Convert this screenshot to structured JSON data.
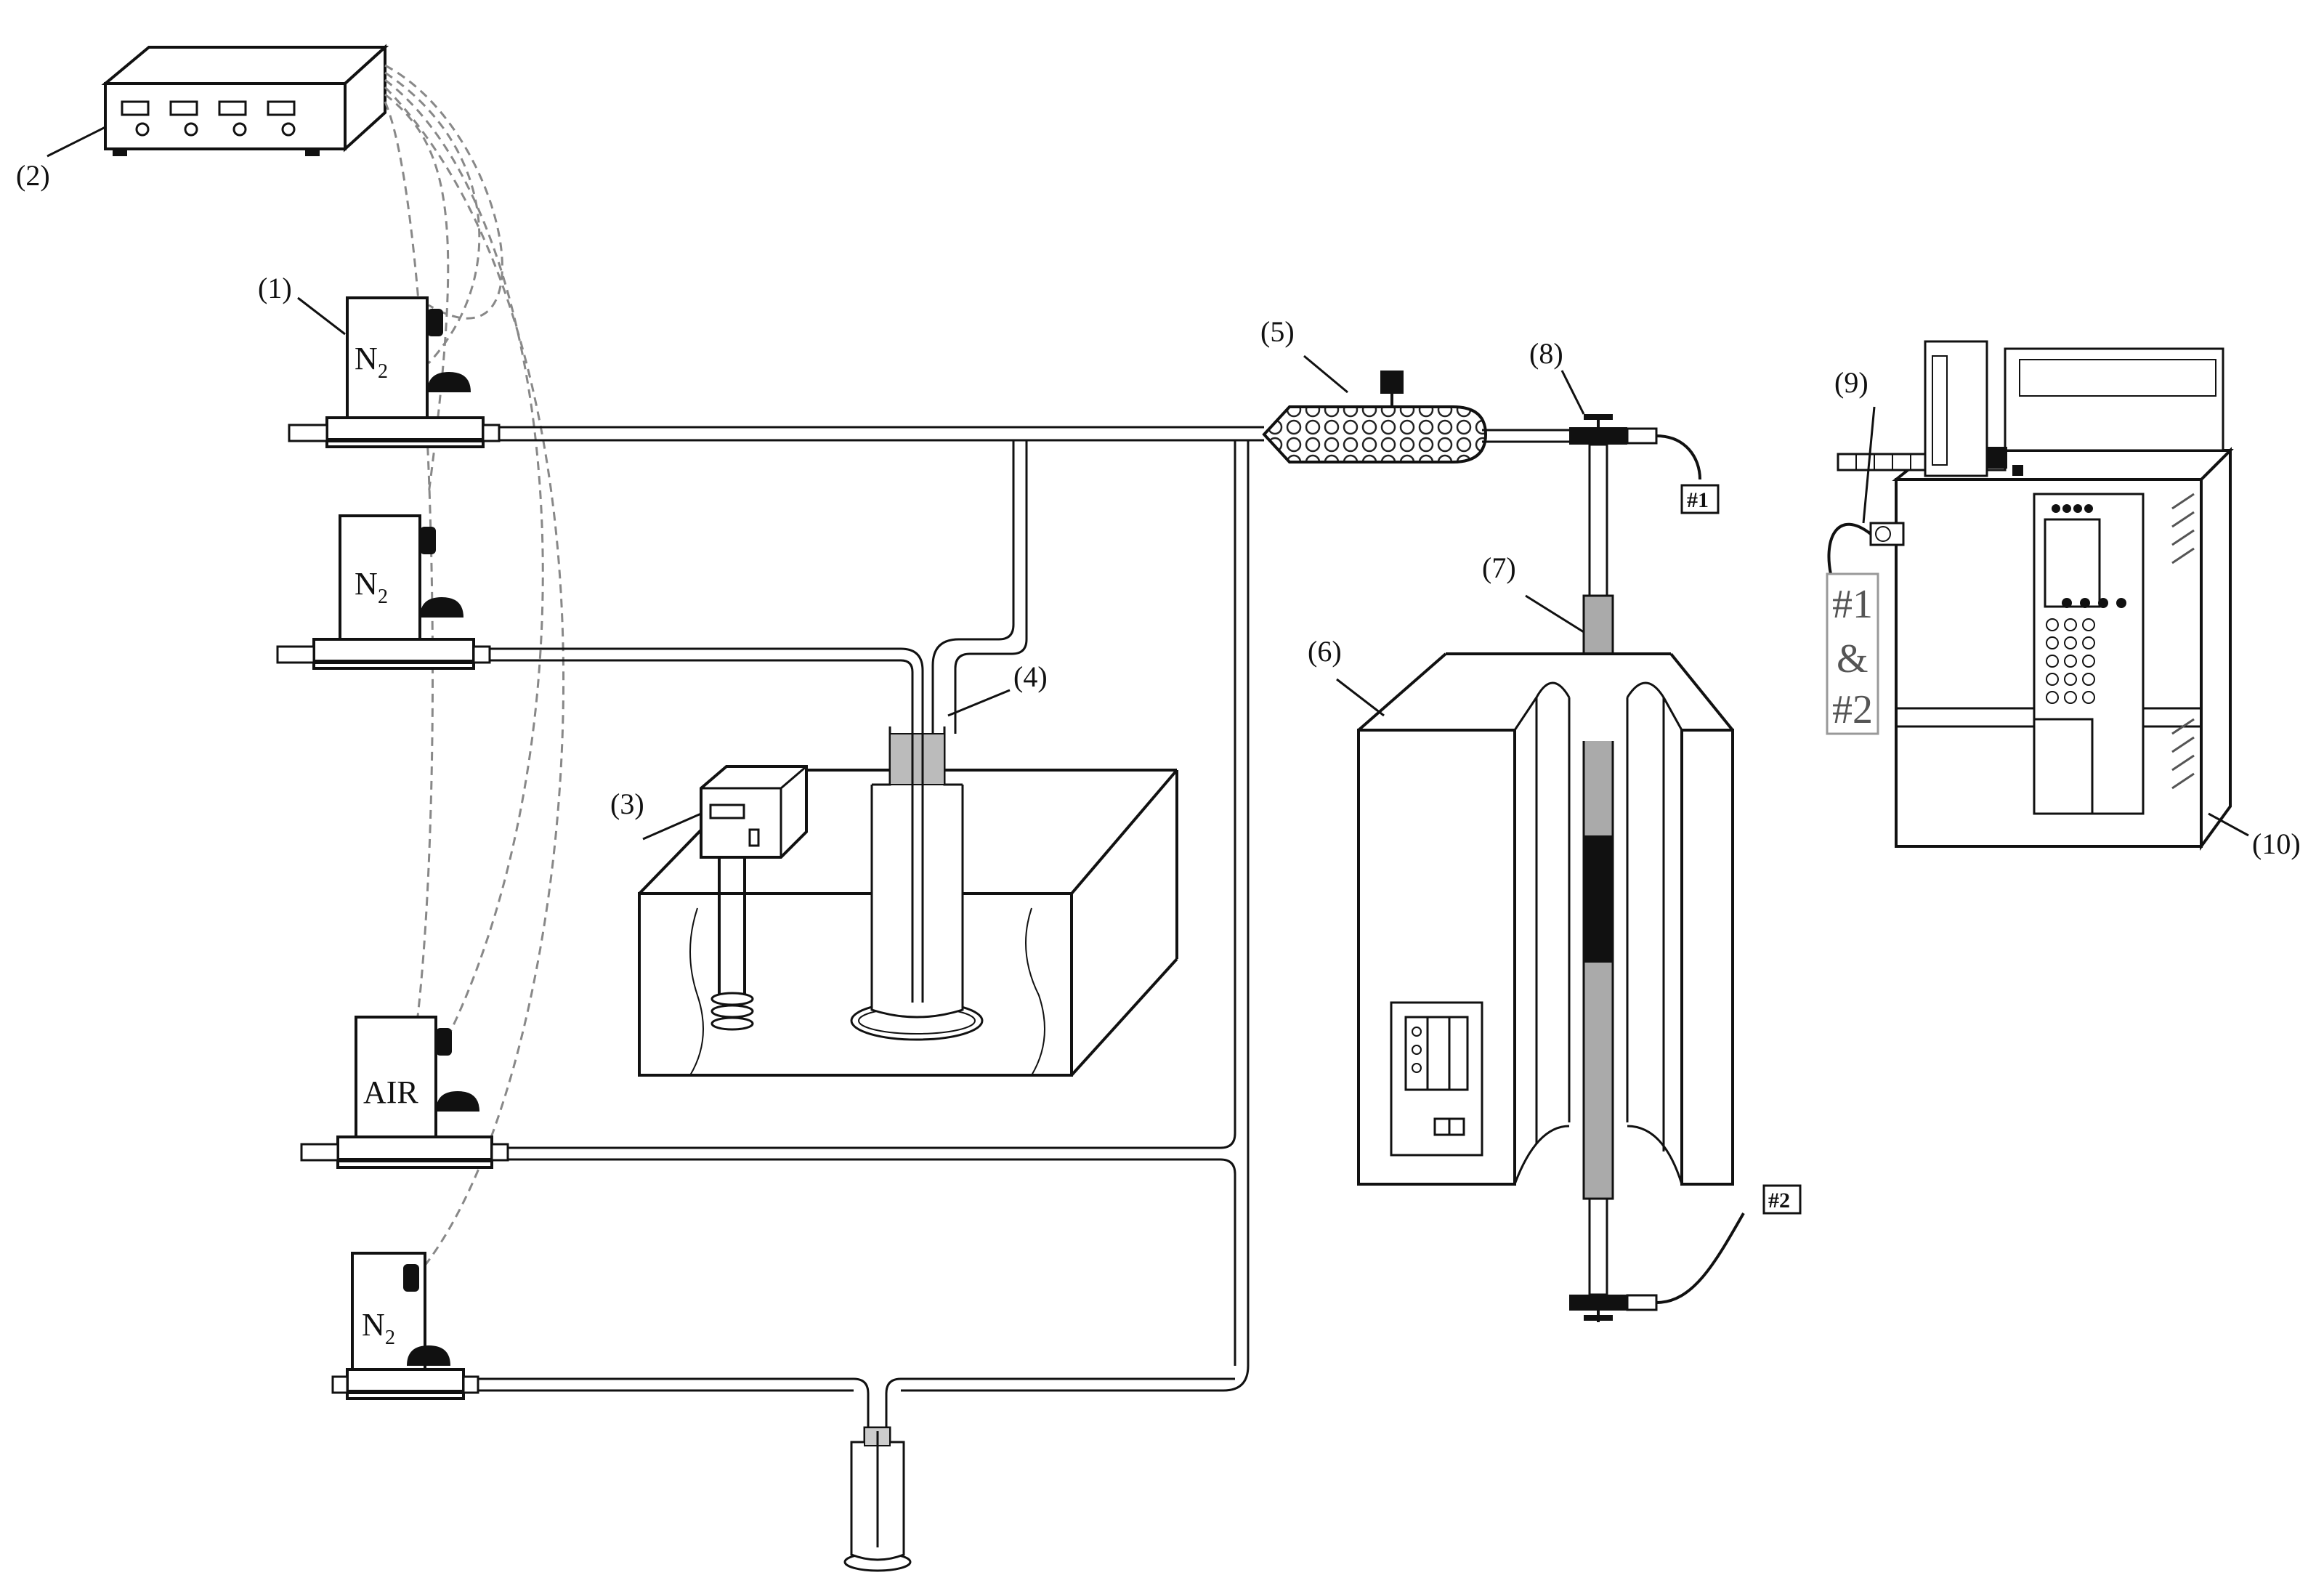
{
  "labels": {
    "l1": "(1)",
    "l2": "(2)",
    "l3": "(3)",
    "l4": "(4)",
    "l5": "(5)",
    "l6": "(6)",
    "l7": "(7)",
    "l8": "(8)",
    "l9": "(9)",
    "l10": "(10)"
  },
  "mfc": {
    "mfc1": {
      "gas": "N",
      "sub": "2"
    },
    "mfc2": {
      "gas": "N",
      "sub": "2"
    },
    "mfc3": {
      "gas": "AIR",
      "sub": ""
    },
    "mfc4": {
      "gas": "N",
      "sub": "2"
    }
  },
  "tags": {
    "t1": "#1",
    "t2": "#2"
  },
  "gc_tag": {
    "line1": "#1",
    "line2": "&",
    "line3": "#2"
  }
}
